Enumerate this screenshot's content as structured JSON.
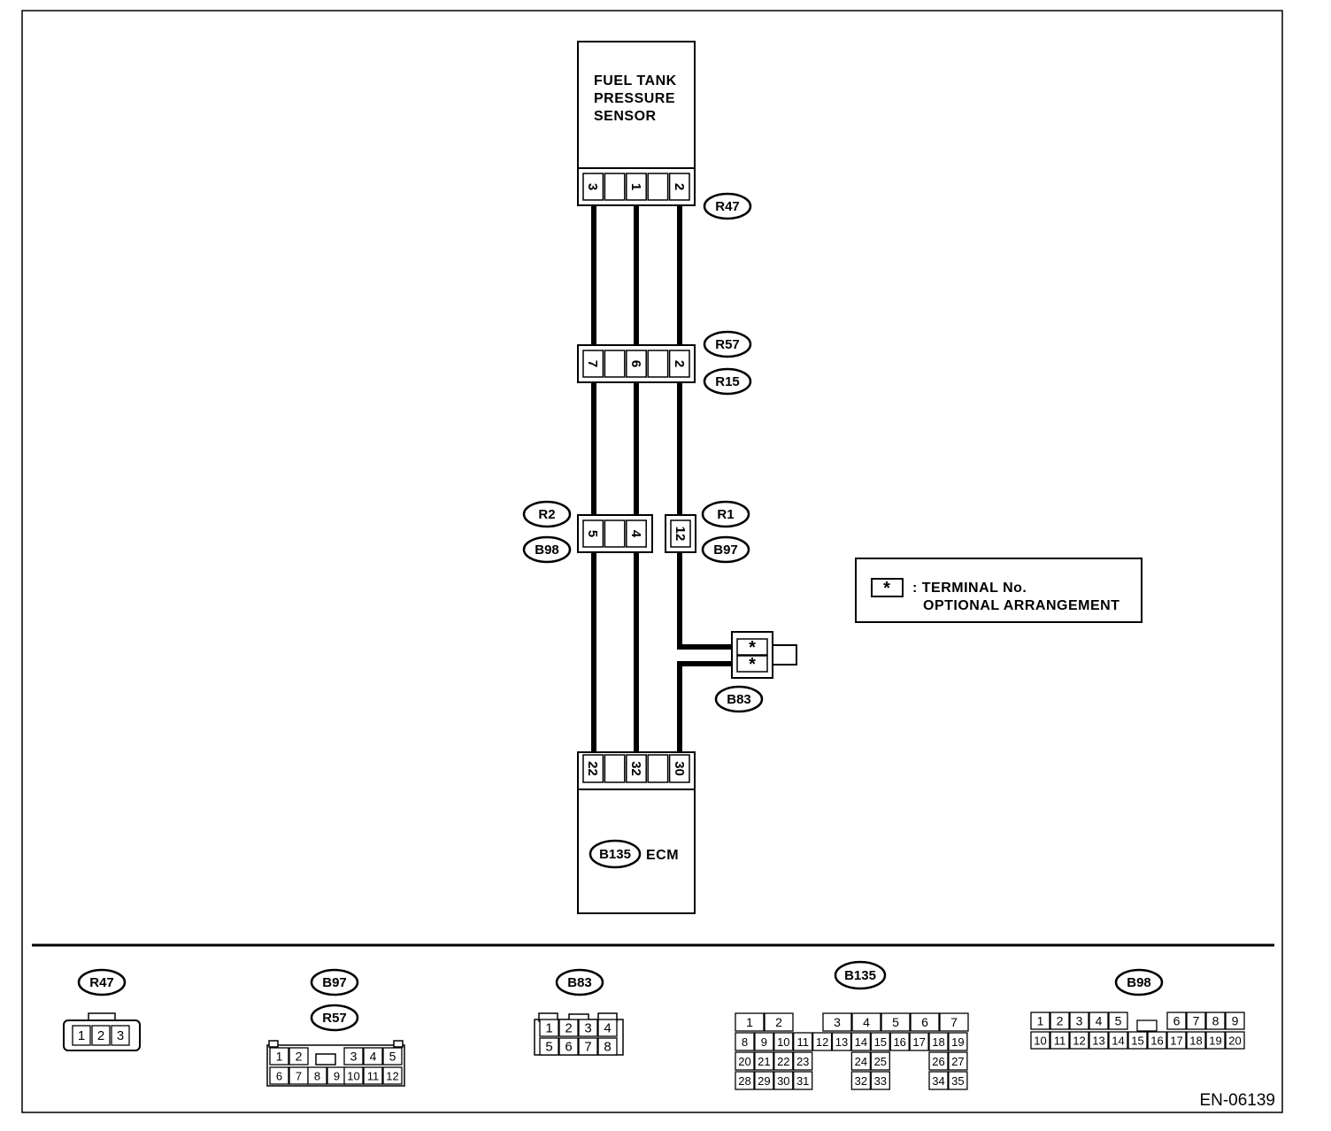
{
  "diagram": {
    "sensor": {
      "lines": [
        "FUEL TANK",
        "PRESSURE",
        "SENSOR"
      ],
      "pins": [
        "3",
        "",
        "1",
        "",
        "2"
      ]
    },
    "connectors": {
      "r47": "R47",
      "r57": "R57",
      "r15": "R15",
      "r2": "R2",
      "b98": "B98",
      "r1": "R1",
      "b97": "B97",
      "b83": "B83",
      "b135": "B135"
    },
    "r57_pins": [
      "7",
      "",
      "6",
      "",
      "2"
    ],
    "r2_pins": [
      "5",
      "",
      "4"
    ],
    "r1_pins": [
      "12"
    ],
    "b83_pins": [
      "*",
      "*"
    ],
    "ecm": {
      "label": "ECM",
      "pins": [
        "22",
        "",
        "32",
        "",
        "30"
      ]
    },
    "legend": {
      "symbol": "*",
      "line1": ": TERMINAL No.",
      "line2": "OPTIONAL ARRANGEMENT"
    },
    "connector_faces": {
      "r47": {
        "rows": [
          [
            "1",
            "2",
            "3"
          ]
        ]
      },
      "b97_r57": {
        "labels": [
          "B97",
          "R57"
        ],
        "rows": [
          [
            "1",
            "2",
            "3",
            "4",
            "5"
          ],
          [
            "6",
            "7",
            "8",
            "9",
            "10",
            "11",
            "12"
          ]
        ]
      },
      "b83": {
        "rows": [
          [
            "1",
            "2",
            "3",
            "4"
          ],
          [
            "5",
            "6",
            "7",
            "8"
          ]
        ]
      },
      "b135": {
        "rows": [
          [
            "1",
            "2",
            "3",
            "4",
            "5",
            "6",
            "7"
          ],
          [
            "8",
            "9",
            "10",
            "11",
            "12",
            "13",
            "14",
            "15",
            "16",
            "17",
            "18",
            "19"
          ],
          [
            "20",
            "21",
            "22",
            "23",
            "24",
            "25",
            "26",
            "27"
          ],
          [
            "28",
            "29",
            "30",
            "31",
            "32",
            "33",
            "34",
            "35"
          ]
        ]
      },
      "b98": {
        "rows": [
          [
            "1",
            "2",
            "3",
            "4",
            "5",
            "6",
            "7",
            "8",
            "9"
          ],
          [
            "10",
            "11",
            "12",
            "13",
            "14",
            "15",
            "16",
            "17",
            "18",
            "19",
            "20"
          ]
        ]
      }
    },
    "doc_id": "EN-06139"
  }
}
